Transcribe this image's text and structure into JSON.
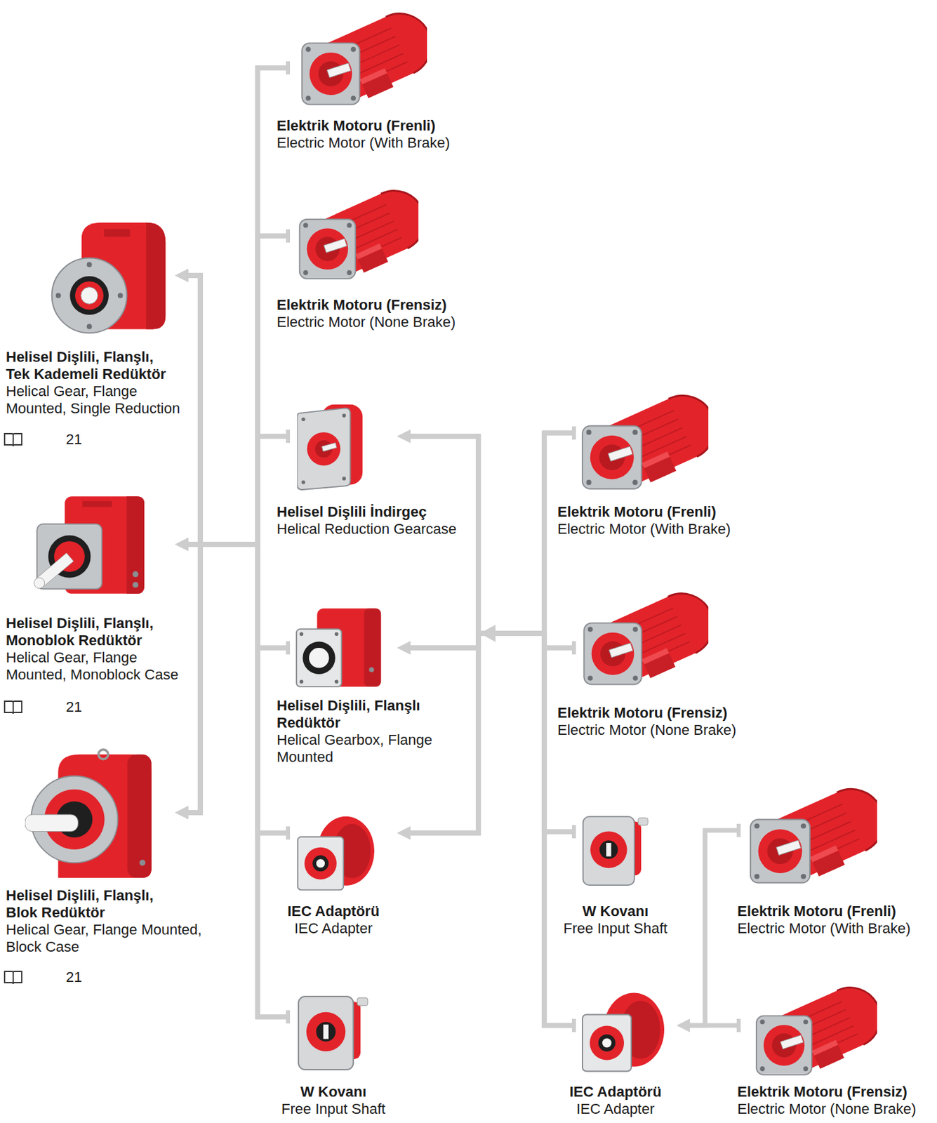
{
  "diagram": {
    "nodes": [
      {
        "text": [
          "Helisel Dişlili, Flanşlı, Tek Kademeli Redüktör",
          "Helical Gear, Flange Mounted, Single Reduction"
        ]
      },
      {
        "text": [
          "Helisel Dişlili, Flanşlı, Monoblok Redüktör",
          "Helical Gear, Flange Mounted, Monoblock Case"
        ]
      },
      {
        "text": [
          "Helisel Dişlili, Flanşlı, Blok Redüktör",
          "Helical Gear, Flange Mounted, Block Case"
        ]
      },
      {
        "text": [
          "Elektrik Motoru (Frenli)",
          "Electric Motor (With Brake)"
        ]
      },
      {
        "text": [
          "Elektrik Motoru (Frensiz)",
          "Electric Motor (None Brake)"
        ]
      },
      {
        "text": [
          "Helisel Dişlili İndirgeç",
          "Helical Reduction Gearcase"
        ]
      },
      {
        "text": [
          "Helisel Dişlili, Flanşlı Redüktör",
          "Helical Gearbox, Flange Mounted"
        ]
      },
      {
        "text": [
          "IEC Adaptörü",
          "IEC Adapter"
        ]
      },
      {
        "text": [
          "W Kovanı",
          "Free Input Shaft"
        ]
      },
      {
        "text": [
          "Elektrik Motoru (Frenli)",
          "Electric Motor (With Brake)"
        ]
      },
      {
        "text": [
          "Elektrik Motoru (Frensiz)",
          "Electric Motor (None Brake)"
        ]
      },
      {
        "text": [
          "W Kovanı",
          "Free Input Shaft"
        ]
      },
      {
        "text": [
          "IEC Adaptörü",
          "IEC Adapter"
        ]
      },
      {
        "text": [
          "Elektrik Motoru (Frenli)",
          "Electric Motor (With Brake)"
        ]
      },
      {
        "text": [
          "Elektrik Motoru (Frensiz)",
          "Electric Motor (None Brake)"
        ]
      }
    ],
    "edges": [
      {
        "from": 3,
        "to": 0,
        "arrow": "to"
      },
      {
        "from": 3,
        "to": 1,
        "arrow": "to"
      },
      {
        "from": 3,
        "to": 2,
        "arrow": "to"
      },
      {
        "from": 4,
        "to": 0,
        "arrow": "to"
      },
      {
        "from": 4,
        "to": 1,
        "arrow": "to"
      },
      {
        "from": 4,
        "to": 2,
        "arrow": "to"
      },
      {
        "from": 5,
        "to": 0,
        "arrow": "to"
      },
      {
        "from": 5,
        "to": 1,
        "arrow": "to"
      },
      {
        "from": 5,
        "to": 2,
        "arrow": "to"
      },
      {
        "from": 6,
        "to": 0,
        "arrow": "to"
      },
      {
        "from": 6,
        "to": 1,
        "arrow": "to"
      },
      {
        "from": 6,
        "to": 2,
        "arrow": "to"
      },
      {
        "from": 7,
        "to": 0,
        "arrow": "to"
      },
      {
        "from": 7,
        "to": 1,
        "arrow": "to"
      },
      {
        "from": 7,
        "to": 2,
        "arrow": "to"
      },
      {
        "from": 8,
        "to": 0,
        "arrow": "to"
      },
      {
        "from": 8,
        "to": 1,
        "arrow": "to"
      },
      {
        "from": 8,
        "to": 2,
        "arrow": "to"
      },
      {
        "from": 9,
        "to": 5,
        "arrow": "to"
      },
      {
        "from": 9,
        "to": 6,
        "arrow": "to"
      },
      {
        "from": 9,
        "to": 7,
        "arrow": "to"
      },
      {
        "from": 10,
        "to": 5,
        "arrow": "to"
      },
      {
        "from": 10,
        "to": 6,
        "arrow": "to"
      },
      {
        "from": 10,
        "to": 7,
        "arrow": "to"
      },
      {
        "from": 11,
        "to": 5,
        "arrow": "to"
      },
      {
        "from": 11,
        "to": 6,
        "arrow": "to"
      },
      {
        "from": 11,
        "to": 7,
        "arrow": "to"
      },
      {
        "from": 12,
        "to": 5,
        "arrow": "to"
      },
      {
        "from": 12,
        "to": 6,
        "arrow": "to"
      },
      {
        "from": 12,
        "to": 7,
        "arrow": "to"
      },
      {
        "from": 13,
        "to": 12,
        "arrow": "to"
      },
      {
        "from": 14,
        "to": 12,
        "arrow": "to"
      }
    ],
    "labels": [
      "21",
      "21",
      "21"
    ]
  }
}
